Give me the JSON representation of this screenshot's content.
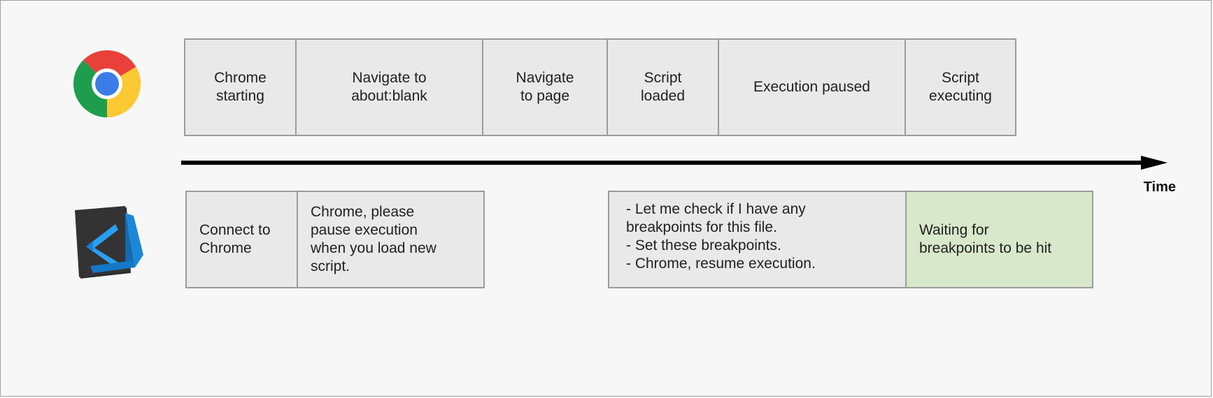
{
  "browser_row": [
    {
      "text": "Chrome\nstarting"
    },
    {
      "text": "Navigate to\nabout:blank"
    },
    {
      "text": "Navigate\nto page"
    },
    {
      "text": "Script\nloaded"
    },
    {
      "text": "Execution paused"
    },
    {
      "text": "Script\nexecuting"
    }
  ],
  "debugger_row": [
    {
      "text": "Connect to\nChrome"
    },
    {
      "text": "Chrome, please\npause execution\nwhen you load new\nscript."
    },
    {
      "text": "- Let me check if I have any\nbreakpoints for this file.\n- Set these breakpoints.\n- Chrome, resume execution."
    },
    {
      "text": "Waiting for\nbreakpoints to be hit"
    }
  ],
  "axis": {
    "label": "Time"
  },
  "icons": {
    "browser": "chrome-logo-icon",
    "debugger": "vscode-logo-icon"
  },
  "colors": {
    "box_fill": "#e9e9e9",
    "highlight_fill": "#d8e8ca",
    "border": "#9c9c9c",
    "arrow": "#000000"
  }
}
